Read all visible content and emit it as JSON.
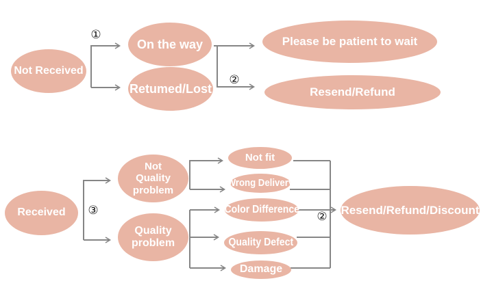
{
  "colors": {
    "background": "#ffffff",
    "node_fill": "#e9b5a4",
    "node_text": "#ffffff",
    "connector": "#858585",
    "badge": "#111111"
  },
  "nodes": {
    "not_received": "Not Received",
    "on_the_way": "On the way",
    "returned_lost": "Retumed/Lost",
    "please_wait": "Please be patient to wait",
    "resend_refund": "Resend/Refund",
    "received": "Received",
    "not_quality_problem": "Not Quality problem",
    "quality_problem": "Quality problem",
    "not_fit": "Not fit",
    "wrong_delivery": "Wrong Delivery",
    "color_difference": "Color Difference",
    "quality_defect": "Quality Defect",
    "damage": "Damage",
    "resend_refund_discount": "Resend/Refund/Discount"
  },
  "badges": {
    "step1": "①",
    "step2_top": "②",
    "step3": "③",
    "step2_bottom": "②"
  }
}
